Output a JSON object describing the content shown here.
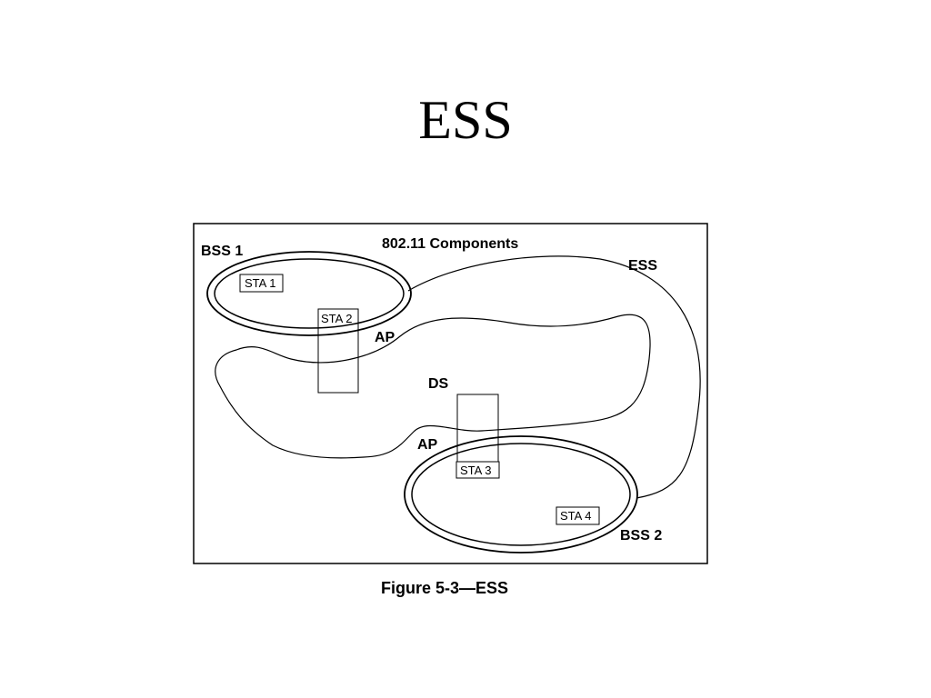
{
  "slide": {
    "title": "ESS"
  },
  "figure": {
    "heading": "802.11 Components",
    "caption": "Figure 5-3—ESS",
    "labels": {
      "bss1": "BSS 1",
      "bss2": "BSS 2",
      "ess": "ESS",
      "ds": "DS",
      "ap_upper": "AP",
      "ap_lower": "AP"
    },
    "stations": {
      "sta1": "STA 1",
      "sta2": "STA 2",
      "sta3": "STA 3",
      "sta4": "STA 4"
    },
    "colors": {
      "ink": "#000000",
      "background": "#ffffff"
    }
  }
}
